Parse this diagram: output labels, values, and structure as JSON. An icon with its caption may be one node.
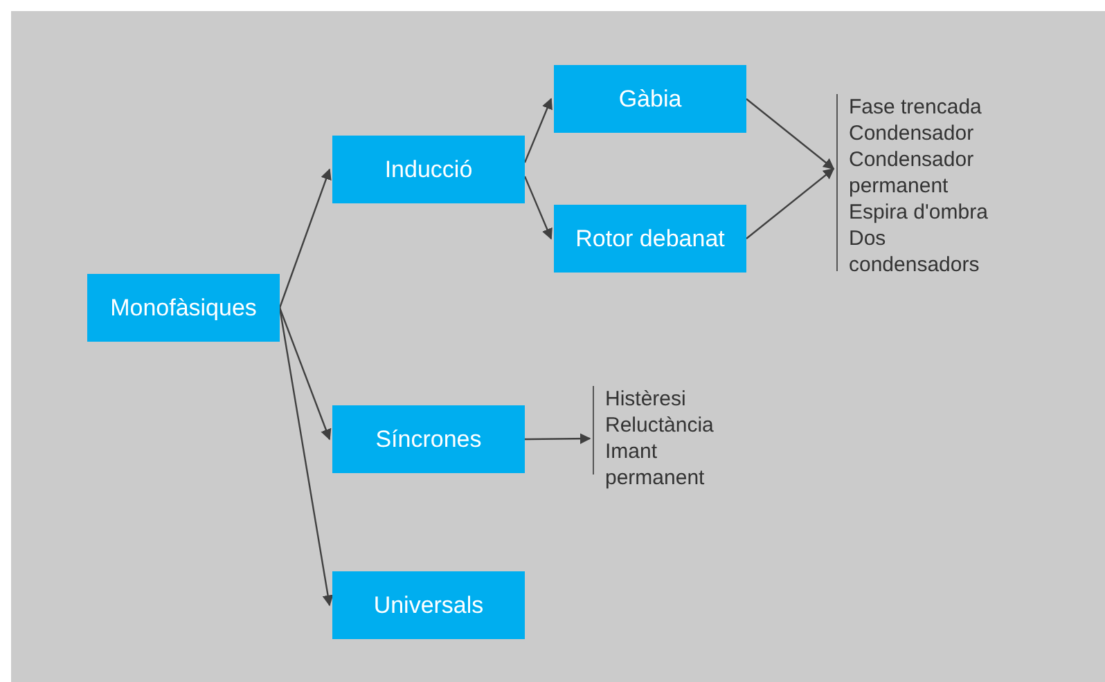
{
  "diagram": {
    "nodes": [
      {
        "text": [
          "Monofàsiques"
        ]
      },
      {
        "text": [
          "Inducció"
        ]
      },
      {
        "text": [
          "Síncrones"
        ]
      },
      {
        "text": [
          "Universals"
        ]
      },
      {
        "text": [
          "Gàbia"
        ]
      },
      {
        "text": [
          "Rotor debanat"
        ]
      },
      {
        "text": [
          "Fase trencada",
          "Condensador",
          "Condensador permanent",
          "Espira d'ombra",
          "Dos condensadors"
        ]
      },
      {
        "text": [
          "Histèresi",
          "Reluctància",
          "Imant permanent"
        ]
      }
    ],
    "edges": [
      {
        "from": 0,
        "to": 1,
        "arrow": "to"
      },
      {
        "from": 0,
        "to": 2,
        "arrow": "to"
      },
      {
        "from": 0,
        "to": 3,
        "arrow": "to"
      },
      {
        "from": 1,
        "to": 4,
        "arrow": "to"
      },
      {
        "from": 1,
        "to": 5,
        "arrow": "to"
      },
      {
        "from": 4,
        "to": 6,
        "arrow": "to"
      },
      {
        "from": 5,
        "to": 6,
        "arrow": "to"
      },
      {
        "from": 2,
        "to": 7,
        "arrow": "to"
      }
    ]
  }
}
